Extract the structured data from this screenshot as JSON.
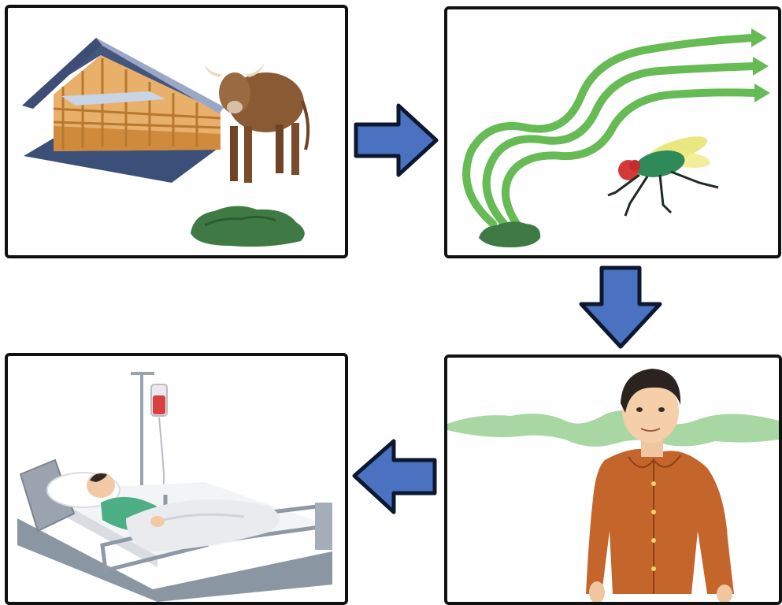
{
  "diagram": {
    "type": "cycle-of-illustrations",
    "panels": [
      {
        "id": "barn-cattle-manure",
        "icons": [
          "barn-icon",
          "cow-icon",
          "manure-icon"
        ]
      },
      {
        "id": "odor-fly",
        "icons": [
          "odor-waves-icon",
          "fly-icon",
          "manure-icon"
        ]
      },
      {
        "id": "person-inhaling",
        "icons": [
          "person-icon",
          "smell-cloud-icon"
        ]
      },
      {
        "id": "hospital-patient",
        "icons": [
          "hospital-bed-icon",
          "iv-drip-icon",
          "patient-icon"
        ]
      }
    ],
    "arrows": [
      "right",
      "down",
      "left"
    ],
    "colors": {
      "arrow_fill": "#4a72c0",
      "arrow_stroke": "#0d1830",
      "panel_border": "#111111",
      "odor_green": "#66bb55",
      "manure_green": "#3f7a45"
    }
  }
}
